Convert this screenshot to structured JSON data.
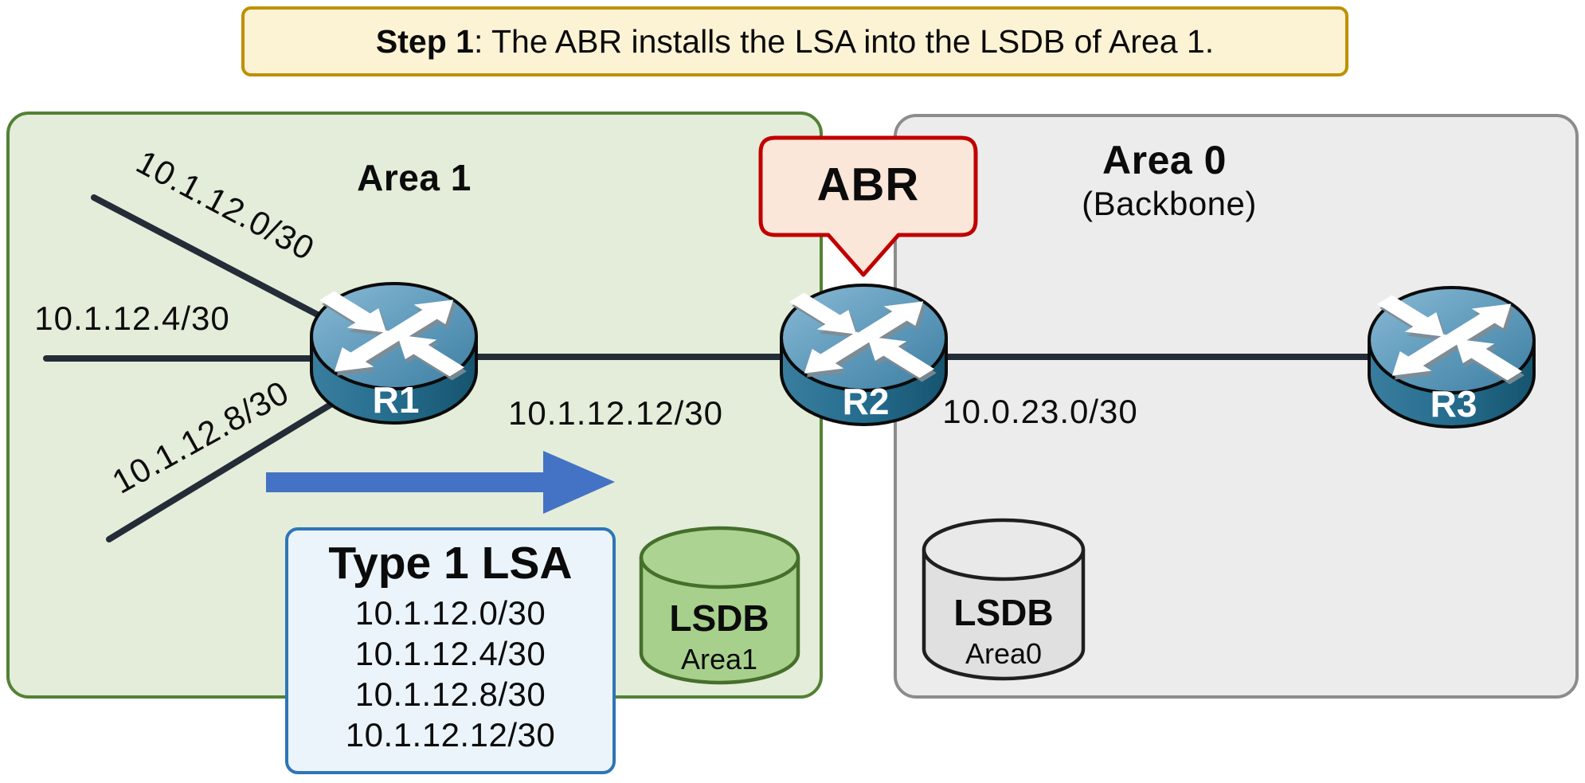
{
  "banner": {
    "step_label": "Step 1",
    "rest": ": The ABR installs the LSA into the LSDB of Area 1."
  },
  "area1": {
    "title": "Area 1"
  },
  "area0": {
    "title": "Area 0",
    "subtitle": "(Backbone)"
  },
  "abr_callout": {
    "label": "ABR"
  },
  "routers": [
    {
      "label": "R1"
    },
    {
      "label": "R2"
    },
    {
      "label": "R3"
    }
  ],
  "links": [
    {
      "label": "10.1.12.0/30"
    },
    {
      "label": "10.1.12.4/30"
    },
    {
      "label": "10.1.12.8/30"
    },
    {
      "label": "10.1.12.12/30"
    },
    {
      "label": "10.0.23.0/30"
    }
  ],
  "lsa_box": {
    "title": "Type 1 LSA",
    "entries": [
      "10.1.12.0/30",
      "10.1.12.4/30",
      "10.1.12.8/30",
      "10.1.12.12/30"
    ]
  },
  "lsdb_area1": {
    "label": "LSDB",
    "sublabel": "Area1"
  },
  "lsdb_area0": {
    "label": "LSDB",
    "sublabel": "Area0"
  },
  "palette": {
    "area1_fill": "#E3EDD9",
    "area1_border": "#538135",
    "area0_fill": "#ECECEC",
    "area0_border": "#8C8C8C",
    "banner_fill": "#FCF3D4",
    "banner_border": "#BF9000",
    "abr_fill": "#FBE7DA",
    "abr_border": "#C00000",
    "lsa_fill": "#EBF4FB",
    "lsa_border": "#2E75B6",
    "arrow_blue": "#4472C4",
    "link_line": "#242C38",
    "lsdb_area1_fill": "#A7D08C",
    "lsdb_area1_border": "#456F2B",
    "lsdb_area0_fill": "#E4E4E4",
    "router_blue": "#2E7293"
  }
}
